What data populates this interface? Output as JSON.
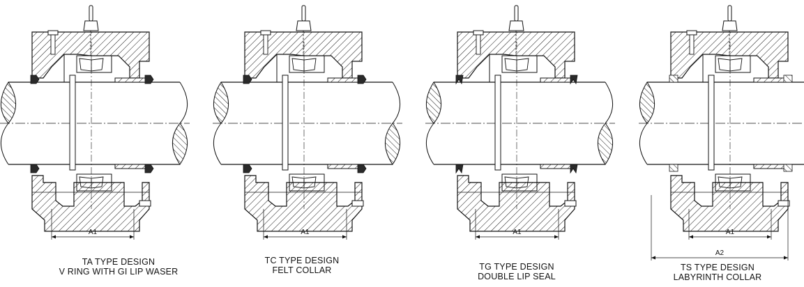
{
  "designs": [
    {
      "title": "TA TYPE DESIGN",
      "subtitle": "V RING WITH GI LIP WASER",
      "dims": [
        "A1"
      ]
    },
    {
      "title": "TC TYPE DESIGN",
      "subtitle": "FELT COLLAR",
      "dims": [
        "A1"
      ]
    },
    {
      "title": "TG TYPE DESIGN",
      "subtitle": "DOUBLE LIP SEAL",
      "dims": [
        "A1"
      ]
    },
    {
      "title": "TS TYPE DESIGN",
      "subtitle": "LABYRINTH COLLAR",
      "dims": [
        "A1",
        "A2"
      ]
    }
  ],
  "colors": {
    "line": "#111111",
    "seal": "#2a2a2a"
  }
}
